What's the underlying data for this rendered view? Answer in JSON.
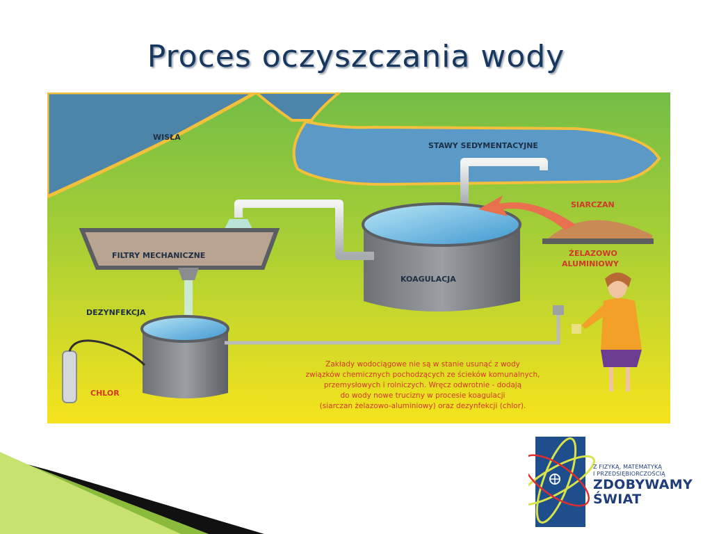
{
  "slide": {
    "title": "Proces oczyszczania wody"
  },
  "diagram": {
    "labels": {
      "wisla": "WISŁA",
      "stawy": "STAWY SEDYMENTACYJNE",
      "siarczan": "SIARCZAN",
      "zelazowo": "ŻELAZOWO",
      "aluminiowy": "ALUMINIOWY",
      "filtry": "FILTRY MECHANICZNE",
      "koagulacja": "KOAGULACJA",
      "dezynfekcja": "DEZYNFEKCJA",
      "chlor": "CHLOR"
    },
    "note_lines": [
      "Zakłady wodociągowe nie są w stanie usunąć z wody",
      "związków chemicznych pochodzących ze ścieków komunalnych,",
      "przemysłowych i rolniczych. Wręcz odwrotnie - dodają",
      "do wody nowe trucizny w procesie koagulacji",
      "(siarczan żelazowo-aluminiowy) oraz dezynfekcji (chlor)."
    ],
    "colors": {
      "grass_top": "#7fc24a",
      "grass_bottom": "#f4e11c",
      "water": "#4f8fbf",
      "label_red": "#d2372b"
    }
  },
  "logo": {
    "line1": "Z FIZYKĄ, MATEMATYKĄ",
    "line2": "I PRZEDSIĘBIORCZOŚCIĄ",
    "line3": "ZDOBYWAMY",
    "line4": "ŚWIAT"
  }
}
